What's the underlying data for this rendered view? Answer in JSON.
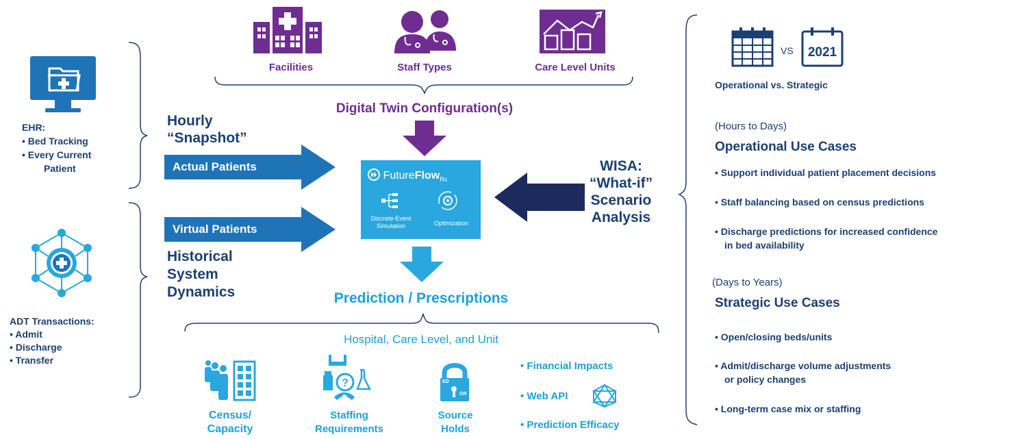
{
  "colors": {
    "navy": "#1b3f73",
    "purple": "#6f2c91",
    "cyan": "#1ba1d8",
    "blue": "#1f74b8",
    "dark": "#1c2a5c",
    "teal": "#29a7de"
  },
  "top_icons": {
    "facilities": "Facilities",
    "staff_types": "Staff Types",
    "care_level_units": "Care Level Units"
  },
  "config_title": "Digital Twin Configuration(s)",
  "left": {
    "ehr_title": "EHR:",
    "ehr_items": [
      "• Bed Tracking",
      "• Every Current",
      "Patient"
    ],
    "adt_title": "ADT Transactions:",
    "adt_items": [
      "• Admit",
      "• Discharge",
      "• Transfer"
    ]
  },
  "hourly": {
    "line1": "Hourly",
    "line2": "“Snapshot”"
  },
  "actual_patients": "Actual Patients",
  "virtual_patients": "Virtual Patients",
  "historical": {
    "line1": "Historical",
    "line2": "System",
    "line3": "Dynamics"
  },
  "futureflow": {
    "brand_future": "Future",
    "brand_flow": "Flow",
    "brand_rx": "Rx",
    "des_line1": "Discrete-Event",
    "des_line2": "Simulation",
    "optimization": "Optimization"
  },
  "wisa": {
    "line1": "WISA:",
    "line2": "“What-if”",
    "line3": "Scenario",
    "line4": "Analysis"
  },
  "prediction_title": "Prediction / Prescriptions",
  "hospital_levels": "Hospital, Care Level, and Unit",
  "outputs": {
    "census_line1": "Census/",
    "census_line2": "Capacity",
    "staffing_line1": "Staffing",
    "staffing_line2": "Requirements",
    "source_line1": "Source",
    "source_line2": "Holds",
    "lock_ed": "ED",
    "lock_or": "OR",
    "financial": "• Financial Impacts",
    "web_api": "• Web API",
    "efficacy": "• Prediction Efficacy"
  },
  "right": {
    "vs": "VS",
    "year": "2021",
    "op_vs_strat": "Operational vs. Strategic",
    "hours_days": "(Hours to Days)",
    "op_title": "Operational Use Cases",
    "op_items": [
      "• Support individual patient placement decisions",
      "• Staff balancing based on census predictions",
      "• Discharge predictions for increased confidence",
      "in bed availability"
    ],
    "days_years": "(Days to Years)",
    "strat_title": "Strategic Use Cases",
    "strat_items": [
      "• Open/closing beds/units",
      "• Admit/discharge volume adjustments",
      "or policy changes",
      "• Long-term case mix or staffing"
    ]
  }
}
